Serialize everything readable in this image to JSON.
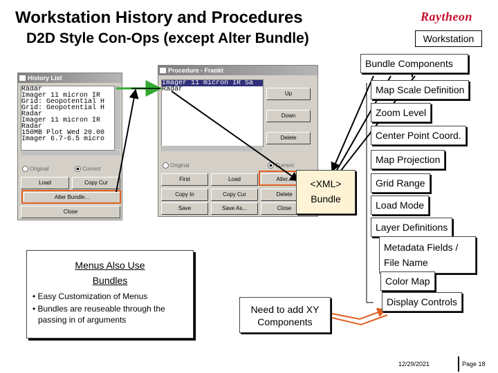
{
  "header": {
    "title": "Workstation History and Procedures",
    "subtitle": "D2D Style Con-Ops (except Alter Bundle)",
    "logo": "Raytheon",
    "badge": "Workstation"
  },
  "history_window": {
    "title": "History List",
    "items": [
      "Radar",
      "Imager 11 micron IR",
      "Grid: Geopotential H",
      "Grid: Geopotential H",
      "Radar",
      "Imager 11 micron IR",
      "Radar",
      "150MB Plot Wed 20.00",
      "Imager 6.7-6.5 micro"
    ],
    "radio_original": "Original",
    "radio_current": "Current",
    "btn_load": "Load",
    "btn_copy_cur": "Copy Cur",
    "btn_alter": "Alter Bundle...",
    "btn_close": "Close"
  },
  "procedure_window": {
    "title": "Procedure - Frankt",
    "items": [
      "Imager 11 micron IR Sa",
      "Radar"
    ],
    "btn_up": "Up",
    "btn_down": "Down",
    "btn_delete": "Delete",
    "radio_original": "Original",
    "radio_current": "Current",
    "btn_first": "First",
    "btn_load": "Load",
    "btn_alter": "Alter...",
    "btn_copy_in": "Copy In",
    "btn_copy_cur": "Copy Cur",
    "btn_delete2": "Delete",
    "btn_save": "Save",
    "btn_save_as": "Save As...",
    "btn_close": "Close"
  },
  "xml_bundle": {
    "line1": "<XML>",
    "line2": "Bundle"
  },
  "components": {
    "header": "Bundle Components",
    "items": [
      "Map Scale Definition",
      "Zoom Level",
      "Center Point Coord.",
      "Map Projection",
      "Grid Range",
      "Load Mode",
      "Layer Definitions",
      "Metadata Fields / File Name",
      "Color Map",
      "Display Controls"
    ]
  },
  "menus_box": {
    "heading_line1": "Menus Also Use",
    "heading_line2": "Bundles",
    "bullets": [
      "Easy Customization of Menus",
      "Bundles are reuseable through the passing in of arguments"
    ]
  },
  "xy_box": {
    "line1": "Need to add XY",
    "line2": "Components"
  },
  "footer": {
    "date": "12/29/2021",
    "page": "Page 18"
  },
  "colors": {
    "logo_red": "#c8102e",
    "highlight_orange": "#e06020",
    "arrow_green": "#33aa33",
    "xml_fill": "#fff3d6"
  }
}
